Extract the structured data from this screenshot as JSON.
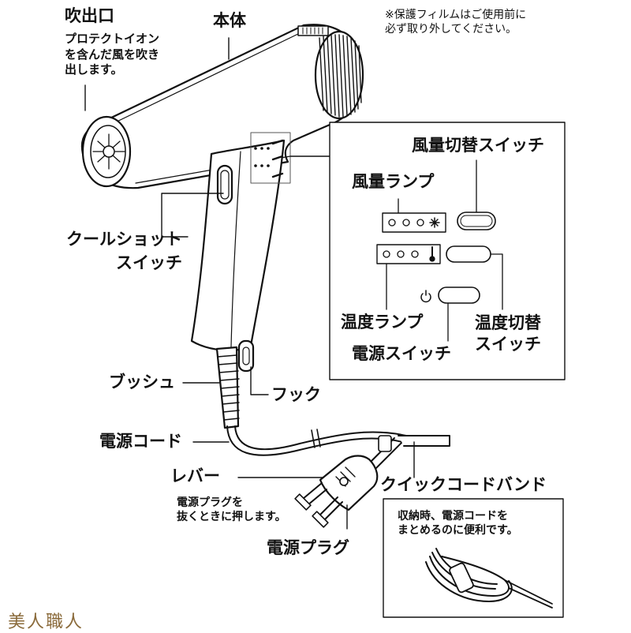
{
  "note": "※保護フィルムはご使用前に\n必ず取り外してください。",
  "labels": {
    "outlet": "吹出口",
    "outlet_desc": "プロテクトイオン\nを含んだ風を吹き\n出します。",
    "body": "本体",
    "cool_shot": "クールショット\nスイッチ",
    "bush": "ブッシュ",
    "hook": "フック",
    "power_cord": "電源コード",
    "lever": "レバー",
    "lever_desc": "電源プラグを\n抜くときに押します。",
    "power_plug": "電源プラグ",
    "quick_band": "クイックコードバンド",
    "quick_band_desc": "収納時、電源コードを\nまとめるのに便利です。"
  },
  "panel": {
    "airflow_switch": "風量切替スイッチ",
    "airflow_lamp": "風量ランプ",
    "temp_lamp": "温度ランプ",
    "temp_switch": "温度切替\nスイッチ",
    "power_switch": "電源スイッチ"
  },
  "watermark": "美人職人"
}
